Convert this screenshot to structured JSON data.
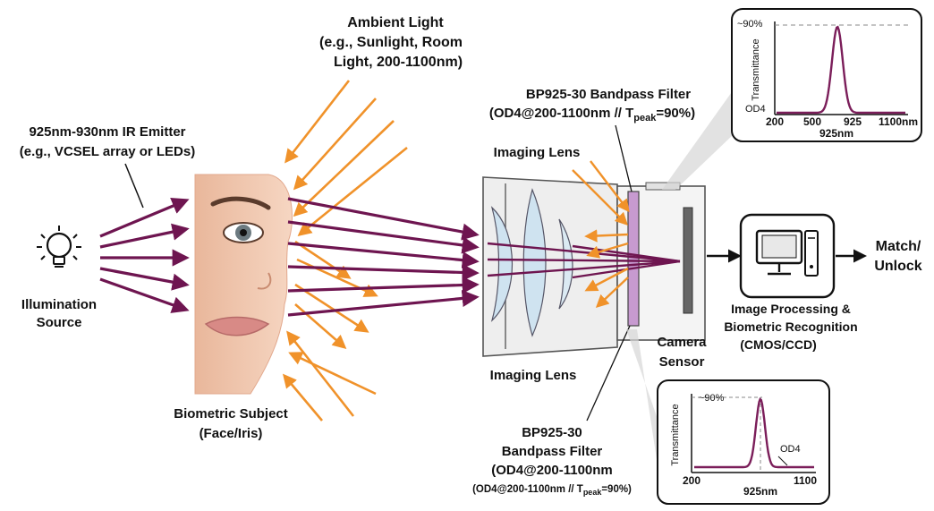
{
  "labels": {
    "ambient_title": "Ambient Light",
    "ambient_line2": "(e.g., Sunlight, Room",
    "ambient_line3": "Light, 200-1100nm)",
    "emitter_line1": "925nm-930nm IR Emitter",
    "emitter_line2": "(e.g., VCSEL array or LEDs)",
    "illum_line1": "Illumination",
    "illum_line2": "Source",
    "subject_line1": "Biometric Subject",
    "subject_line2": "(Face/Iris)",
    "filter_top_line1": "BP925-30 Bandpass Filter",
    "filter_top_line2_pre": "(OD4@200-1100nm // T",
    "filter_top_sub": "peak",
    "filter_top_line2_post": "=90%)",
    "lens_top": "Imaging Lens",
    "lens_bottom": "Imaging Lens",
    "camera_line1": "Camera",
    "camera_line2": "Sensor",
    "processing_line1": "Image Processing &",
    "processing_line2": "Biometric Recognition",
    "processing_line3": "(CMOS/CCD)",
    "match_line1": "Match/",
    "match_line2": "Unlock",
    "filter_bottom_line1": "BP925-30",
    "filter_bottom_line2": "Bandpass Filter",
    "filter_bottom_line3": "(OD4@200-1100nm",
    "filter_bottom_line4_pre": "(OD4@200-1100nm // T",
    "filter_bottom_sub": "peak",
    "filter_bottom_line4_post": "=90%)"
  },
  "inset_top": {
    "ylabel": "Transmittance",
    "peak_label": "~90%",
    "floor_label": "OD4",
    "x_ticks": [
      "200",
      "500",
      "925",
      "1100nm"
    ],
    "xlabel": "925nm"
  },
  "inset_bottom": {
    "ylabel": "Transmittance",
    "peak_label": "~90%",
    "floor_label": "OD4",
    "x_ticks": [
      "200",
      "925nm",
      "1100"
    ]
  },
  "colors": {
    "ir_ray": "#6e1550",
    "ambient_ray": "#f0922a",
    "skin": "#f2c9b0",
    "lens_glass": "#cfe3f0",
    "housing": "#eeeeee",
    "filter": "#c79ad0"
  },
  "icons": [
    "lightbulb-icon",
    "computer-icon"
  ]
}
